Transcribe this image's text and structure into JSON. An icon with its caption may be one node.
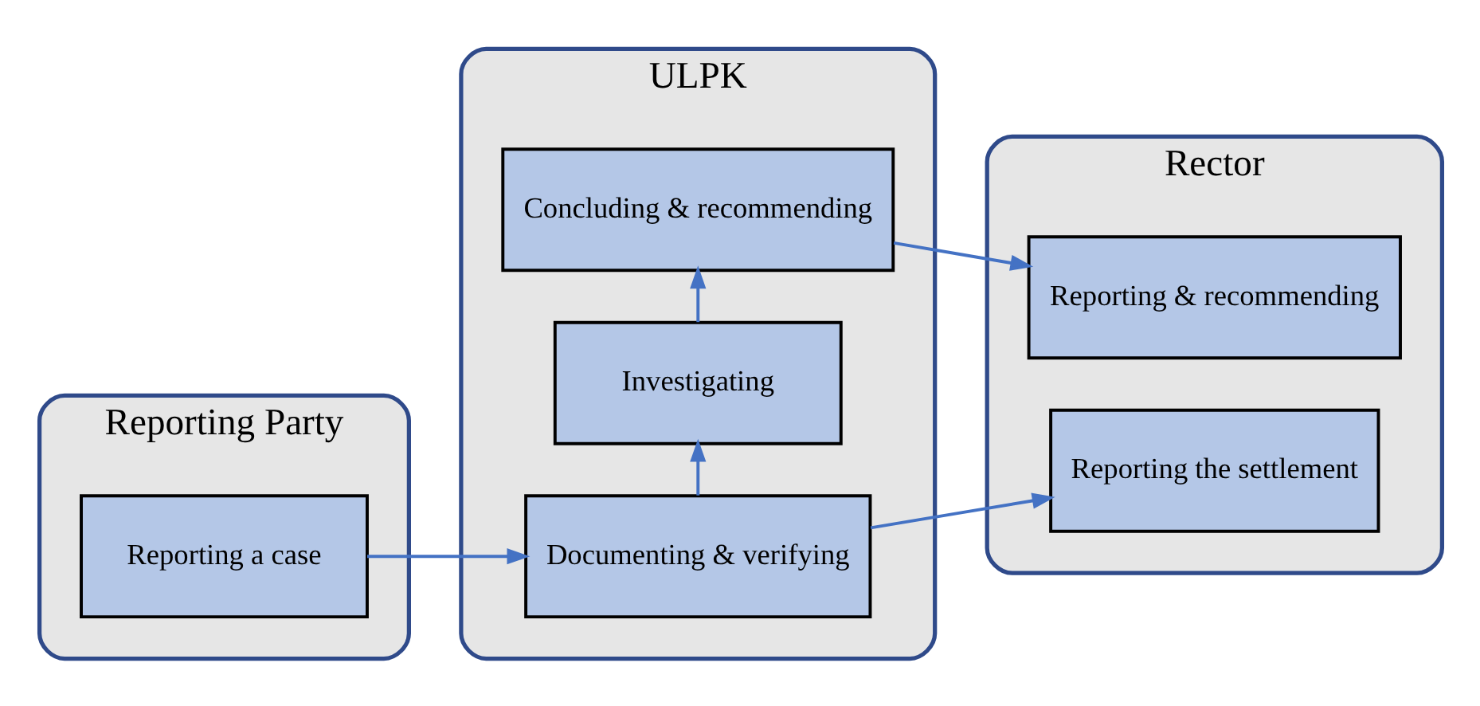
{
  "diagram": {
    "nodes": [
      {
        "text": [
          "Reporting Party"
        ]
      },
      {
        "text": [
          "Reporting a case"
        ],
        "in": 0
      },
      {
        "text": [
          "ULPK"
        ]
      },
      {
        "text": [
          "Documenting & verifying"
        ],
        "in": 2
      },
      {
        "text": [
          "Investigating"
        ],
        "in": 2
      },
      {
        "text": [
          "Concluding & recommending"
        ],
        "in": 2
      },
      {
        "text": [
          "Rector"
        ]
      },
      {
        "text": [
          "Reporting the settlement"
        ],
        "in": 6
      },
      {
        "text": [
          "Reporting & recommending"
        ],
        "in": 6
      }
    ],
    "edges": [
      {
        "from": 1,
        "to": 3,
        "arrow": "to"
      },
      {
        "from": 3,
        "to": 7,
        "arrow": "to"
      },
      {
        "from": 3,
        "to": 4,
        "arrow": "to"
      },
      {
        "from": 4,
        "to": 5,
        "arrow": "to"
      },
      {
        "from": 5,
        "to": 8,
        "arrow": "to"
      }
    ]
  }
}
